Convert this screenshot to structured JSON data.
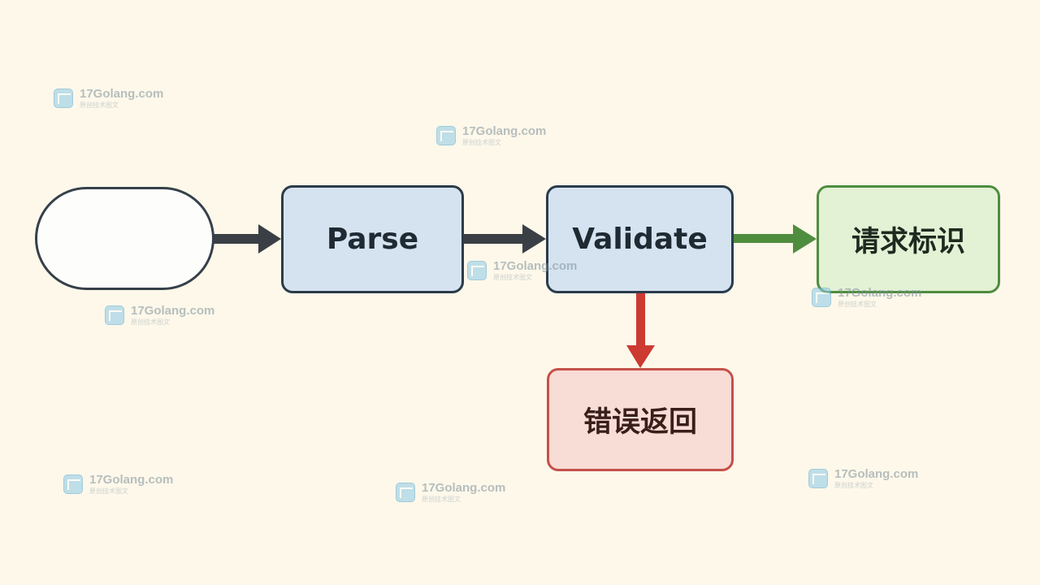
{
  "nodes": {
    "start": {
      "label": ""
    },
    "parse": {
      "label": "Parse"
    },
    "validate": {
      "label": "Validate"
    },
    "request_id": {
      "label": "请求标识"
    },
    "error": {
      "label": "错误返回"
    }
  },
  "edges": [
    {
      "from": "start",
      "to": "parse",
      "color": "#3a3f45"
    },
    {
      "from": "parse",
      "to": "validate",
      "color": "#3a3f45"
    },
    {
      "from": "validate",
      "to": "request_id",
      "color": "#4f8d3e"
    },
    {
      "from": "validate",
      "to": "error",
      "color": "#cc3a32"
    }
  ],
  "watermark": {
    "title": "17Golang.com",
    "subtitle": "原创技术图文"
  }
}
